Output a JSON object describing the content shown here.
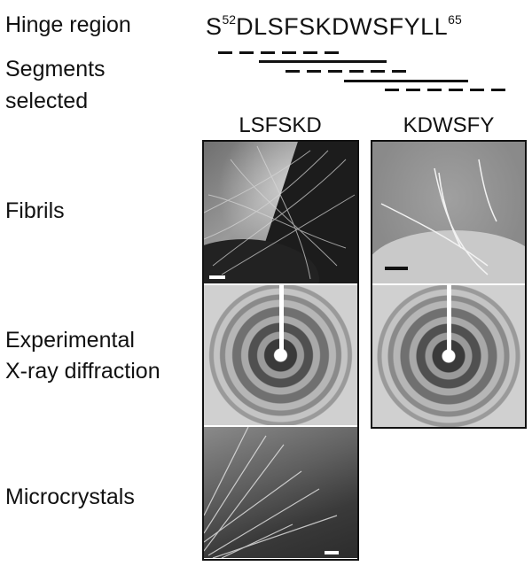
{
  "row_labels": {
    "hinge_region": "Hinge region",
    "segments_selected_line1": "Segments",
    "segments_selected_line2": "selected",
    "fibrils": "Fibrils",
    "xray_line1": "Experimental",
    "xray_line2": "X-ray diffraction",
    "microcrystals": "Microcrystals"
  },
  "sequence": {
    "start_residue": "S",
    "start_number": "52",
    "middle": "DLSFSKDWSFYLL",
    "end_number": "65"
  },
  "columns": {
    "left_title": "LSFSKD",
    "right_title": "KDWSFY"
  }
}
